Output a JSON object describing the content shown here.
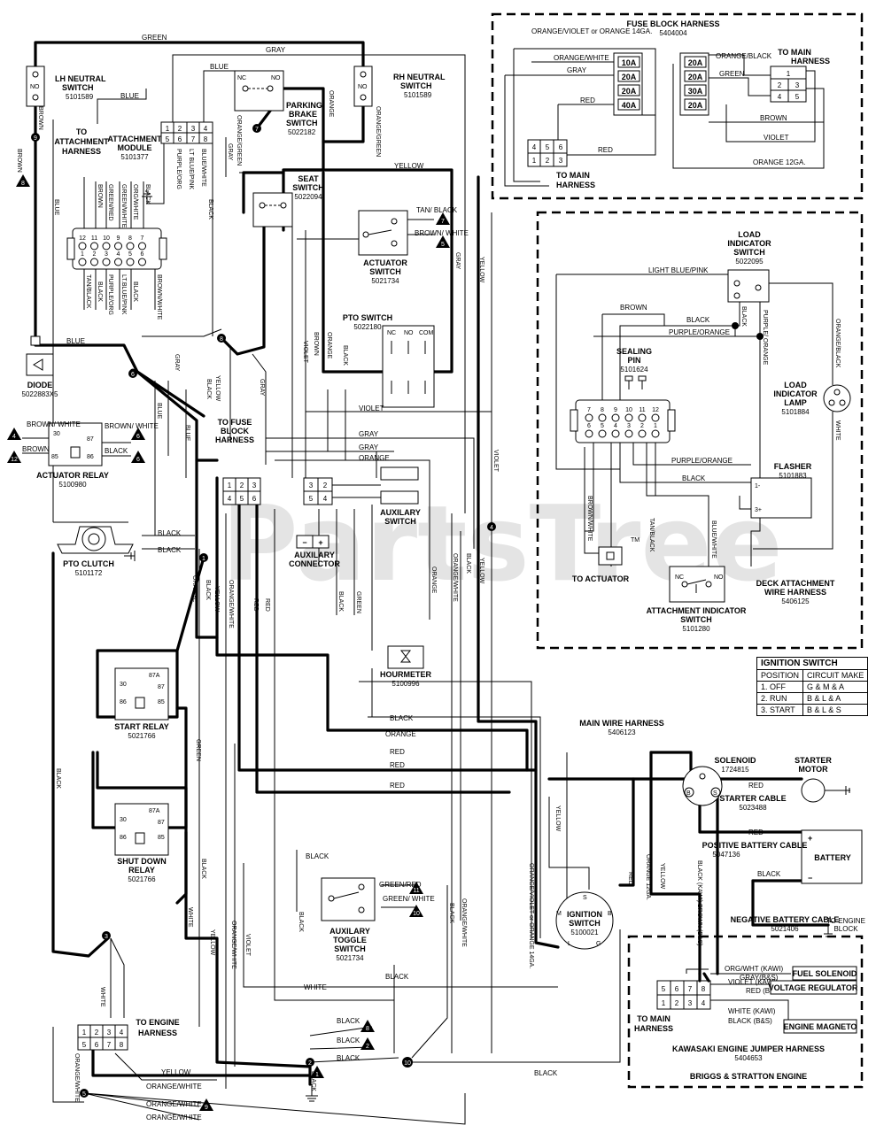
{
  "watermark": "PartsTree",
  "watermark_tm": "TM",
  "components": {
    "lh_neutral": {
      "title1": "LH NEUTRAL",
      "title2": "SWITCH",
      "part": "5101589",
      "pin": "NO"
    },
    "rh_neutral": {
      "title1": "RH NEUTRAL",
      "title2": "SWITCH",
      "part": "5101589",
      "pin": "NO"
    },
    "parking_brake": {
      "title1": "PARKING",
      "title2": "BRAKE",
      "title3": "SWITCH",
      "part": "5022182",
      "nc": "NC",
      "no": "NO"
    },
    "attachment_module": {
      "title1": "ATTACHMENT",
      "title2": "MODULE",
      "part": "5101377",
      "pins_top": [
        "1",
        "2",
        "3",
        "4"
      ],
      "pins_bottom": [
        "5",
        "6",
        "7",
        "8"
      ]
    },
    "to_attachment_harness": {
      "line1": "TO",
      "line2": "ATTACHMENT",
      "line3": "HARNESS"
    },
    "seat_switch": {
      "title1": "SEAT",
      "title2": "SWITCH",
      "part": "5022094"
    },
    "actuator_switch": {
      "title1": "ACTUATOR",
      "title2": "SWITCH",
      "part": "5021734"
    },
    "pto_switch": {
      "title": "PTO SWITCH",
      "part": "5022180",
      "nc": "NC",
      "no": "NO",
      "com": "COM"
    },
    "diode": {
      "title": "DIODE",
      "part": "5022883X5"
    },
    "actuator_relay": {
      "title": "ACTUATOR RELAY",
      "part": "5100980",
      "p30": "30",
      "p87": "87",
      "p85": "85",
      "p86": "86"
    },
    "pto_clutch": {
      "title": "PTO CLUTCH",
      "part": "5101172"
    },
    "to_fuse_block": {
      "line1": "TO FUSE",
      "line2": "BLOCK",
      "line3": "HARNESS",
      "pins_top": [
        "1",
        "2",
        "3"
      ],
      "pins_bottom": [
        "4",
        "5",
        "6"
      ]
    },
    "auxilary_switch": {
      "title1": "AUXILARY",
      "title2": "SWITCH",
      "pins_top": [
        "3",
        "2"
      ],
      "pins_bottom": [
        "5",
        "4"
      ]
    },
    "auxilary_connector": {
      "title1": "AUXILARY",
      "title2": "CONNECTOR",
      "minus": "−",
      "plus": "+"
    },
    "hourmeter": {
      "title": "HOURMETER",
      "part": "5100996"
    },
    "start_relay": {
      "title": "START RELAY",
      "part": "5021766",
      "p87a": "87A",
      "p30": "30",
      "p87": "87",
      "p86": "86",
      "p85": "85"
    },
    "shutdown_relay": {
      "title1": "SHUT DOWN",
      "title2": "RELAY",
      "part": "5021766",
      "p87a": "87A",
      "p30": "30",
      "p87": "87",
      "p86": "86",
      "p85": "85"
    },
    "aux_toggle": {
      "title1": "AUXILARY",
      "title2": "TOGGLE",
      "title3": "SWITCH",
      "part": "5021734"
    },
    "ignition_switch": {
      "title1": "IGNITION",
      "title2": "SWITCH",
      "part": "5100021",
      "s": "S",
      "m": "M",
      "b": "B",
      "l": "L",
      "g": "G"
    },
    "solenoid": {
      "title": "SOLENOID",
      "part": "1724815",
      "s": "S",
      "b": "B"
    },
    "starter_motor": {
      "title1": "STARTER",
      "title2": "MOTOR"
    },
    "starter_cable": {
      "title": "STARTER CABLE",
      "part": "5023488"
    },
    "positive_cable": {
      "title": "POSITIVE BATTERY CABLE",
      "part": "5047136"
    },
    "battery": {
      "title": "BATTERY",
      "plus": "+",
      "minus": "−"
    },
    "negative_cable": {
      "title": "NEGATIVE BATTERY CABLE",
      "part": "5021406"
    },
    "to_engine_block": {
      "line1": "TO ENGINE",
      "line2": "BLOCK"
    },
    "main_harness": {
      "title": "MAIN WIRE HARNESS",
      "part": "5406123"
    },
    "to_engine_harness": {
      "line1": "TO ENGINE",
      "line2": "HARNESS",
      "pins_top": [
        "1",
        "2",
        "3",
        "4"
      ],
      "pins_bottom": [
        "5",
        "6",
        "7",
        "8"
      ]
    }
  },
  "fuse_block": {
    "title": "FUSE BLOCK HARNESS",
    "part": "5404004",
    "left_fuses": [
      "10A",
      "20A",
      "20A",
      "40A"
    ],
    "right_fuses": [
      "20A",
      "20A",
      "30A",
      "20A"
    ],
    "to_main1": "TO MAIN",
    "to_main2": "HARNESS",
    "connector_left_top": [
      "4",
      "5",
      "6"
    ],
    "connector_left_bottom": [
      "1",
      "2",
      "3"
    ],
    "connector_right": [
      "1",
      "2",
      "3",
      "4",
      "5"
    ],
    "wires": {
      "orange_violet": "ORANGE/VIOLET or ORANGE 14GA.",
      "orange_white": "ORANGE/WHITE",
      "gray": "GRAY",
      "red": "RED",
      "orange_black": "ORANGE/BLACK",
      "green": "GREEN",
      "brown": "BROWN",
      "violet": "VIOLET",
      "orange12": "ORANGE 12GA."
    }
  },
  "deck_harness": {
    "title1": "DECK ATTACHMENT",
    "title2": "WIRE HARNESS",
    "part": "5406125",
    "load_switch": {
      "t1": "LOAD",
      "t2": "INDICATOR",
      "t3": "SWITCH",
      "part": "5022095"
    },
    "sealing_pin": {
      "t1": "SEALING",
      "t2": "PIN",
      "part": "5101624"
    },
    "load_lamp": {
      "t1": "LOAD",
      "t2": "INDICATOR",
      "t3": "LAMP",
      "part": "5101884"
    },
    "flasher": {
      "title": "FLASHER",
      "part": "5101883",
      "p1": "1-",
      "p3": "3+"
    },
    "to_actuator": "TO ACTUATOR",
    "attach_switch": {
      "t1": "ATTACHMENT INDICATOR",
      "t2": "SWITCH",
      "part": "5101280"
    },
    "pins_top": [
      "7",
      "8",
      "9",
      "10",
      "11",
      "12"
    ],
    "pins_bottom": [
      "6",
      "5",
      "4",
      "3",
      "2",
      "1"
    ],
    "wires": {
      "lbp": "LIGHT BLUE/PINK",
      "brown": "BROWN",
      "black": "BLACK",
      "po": "PURPLE/ORANGE",
      "po2": "PURPLE/ORANGE",
      "black2": "BLACK",
      "ob": "ORANGE/BLACK",
      "white": "WHITE",
      "bw": "BROWN/WHITE",
      "tb": "TAN/BLACK",
      "blw": "BLUE/WHITE",
      "black3": "BLACK",
      "purple_o": "PURPLE/ ORANGE"
    }
  },
  "ignition_table": {
    "title": "IGNITION SWITCH",
    "headers": [
      "POSITION",
      "CIRCUIT MAKE"
    ],
    "rows": [
      [
        "1. OFF",
        "G & M & A"
      ],
      [
        "2. RUN",
        "B & L & A"
      ],
      [
        "3. START",
        "B & L & S"
      ]
    ]
  },
  "engine_harness": {
    "title": "KAWASAKI ENGINE JUMPER HARNESS",
    "part": "5404653",
    "footer": "BRIGGS & STRATTON ENGINE",
    "to_main1": "TO MAIN",
    "to_main2": "HARNESS",
    "fuel_solenoid": "FUEL SOLENOID",
    "voltage_regulator": "VOLTAGE REGULATOR",
    "engine_magneto": "ENGINE MAGNETO",
    "pins_top": [
      "5",
      "6",
      "7",
      "8"
    ],
    "pins_bottom": [
      "1",
      "2",
      "3",
      "4"
    ],
    "w1": "ORG/WHT (KAWI)",
    "w1b": "GRAY(B&S)",
    "w2": "VIOLET (KAWI)",
    "w2b": "RED (B&S)",
    "w3": "WHITE (KAWI)",
    "w3b": "BLACK (B&S)"
  },
  "wire_labels": {
    "green": "GREEN",
    "gray": "GRAY",
    "blue": "BLUE",
    "orange": "ORANGE",
    "orange_green": "ORANGE/GREEN",
    "brown": "BROWN",
    "yellow": "YELLOW",
    "violet": "VIOLET",
    "black": "BLACK",
    "red": "RED",
    "white": "WHITE",
    "orange_white": "ORANGE/WHITE",
    "tan_black": "TAN/ BLACK",
    "brown_white": "BROWN/ WHITE",
    "green_red": "GREEN/RED",
    "green_white": "GREEN/ WHITE",
    "purple_org": "PURPLE/ORG",
    "lt_blue_pink": "LT BLUE/PINK",
    "blue_white": "BLUE/WHITE",
    "green_white2": "GREEN/WHITE",
    "green_red2": "GREEN/RED",
    "org_white": "ORG/WHITE",
    "tan_black2": "TAN/BLACK",
    "lt_blue_pink2": "LT.BLUE/PINK",
    "purple_org2": "PURPLE/ORG",
    "brown_white2": "BROWN/WHITE",
    "orange_violet": "ORANGE/VIOLET or ORANGE 14GA.",
    "orange12": "ORANGE 12GA.",
    "black_kawi": "BLACK (KAWI) BROWN (B&S)",
    "nc": "NC",
    "no": "NO"
  },
  "callouts": [
    "1",
    "2",
    "3",
    "4",
    "5",
    "6",
    "7",
    "8",
    "9",
    "10",
    "11",
    "12"
  ],
  "plug_pins_top": [
    "12",
    "11",
    "10",
    "9",
    "8",
    "7"
  ],
  "plug_pins_bottom": [
    "1",
    "2",
    "3",
    "4",
    "5",
    "6"
  ]
}
